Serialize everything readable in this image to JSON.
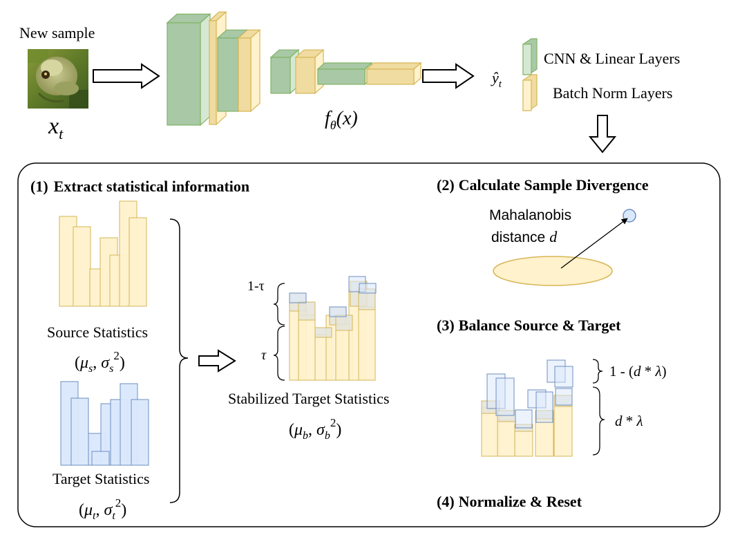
{
  "input": {
    "title": "New sample",
    "variable": "x",
    "variable_sub": "t"
  },
  "network": {
    "function_f": "f",
    "function_sub": "θ",
    "function_arg": "(x)",
    "output_var": "ŷ",
    "output_sub": "t"
  },
  "legend": {
    "cnn_label": "CNN & Linear Layers",
    "bn_label": "Batch Norm Layers"
  },
  "steps": {
    "step1": {
      "number": "(1)",
      "title": "Extract statistical information"
    },
    "step2": {
      "number": "(2)",
      "title": "Calculate Sample Divergence"
    },
    "step3": {
      "number": "(3)",
      "title": "Balance Source & Target"
    },
    "step4": {
      "number": "(4)",
      "title": "Normalize & Reset"
    }
  },
  "source_stats": {
    "label": "Source Statistics",
    "mu": "μ",
    "mu_sub": "s",
    "sigma": "σ",
    "sigma_sub": "s"
  },
  "target_stats": {
    "label": "Target Statistics",
    "mu": "μ",
    "mu_sub": "t",
    "sigma": "σ",
    "sigma_sub": "t"
  },
  "stabilized_stats": {
    "label": "Stabilized Target Statistics",
    "mu": "μ",
    "mu_sub": "b",
    "sigma": "σ",
    "sigma_sub": "b",
    "upper_label": "1-τ",
    "lower_label": "τ"
  },
  "divergence": {
    "line1": "Mahalanobis",
    "line2": "distance",
    "var": "d"
  },
  "balance": {
    "upper_prefix": "1 - (",
    "upper_d": "d",
    "upper_mid": " * ",
    "upper_lambda": "λ",
    "upper_suffix": ")",
    "lower_d": "d",
    "lower_mid": " * ",
    "lower_lambda": "λ"
  },
  "colors": {
    "green_front": "#d5e8d4",
    "green_side": "#a8c8a6",
    "green_edge": "#82b366",
    "yellow_front": "#fff2cc",
    "yellow_side": "#f0dca0",
    "yellow_edge": "#d6b656",
    "blue_front": "#dae8fc",
    "blue_edge": "#6c8ebf",
    "gray_overlap": "#e4e4dc"
  }
}
